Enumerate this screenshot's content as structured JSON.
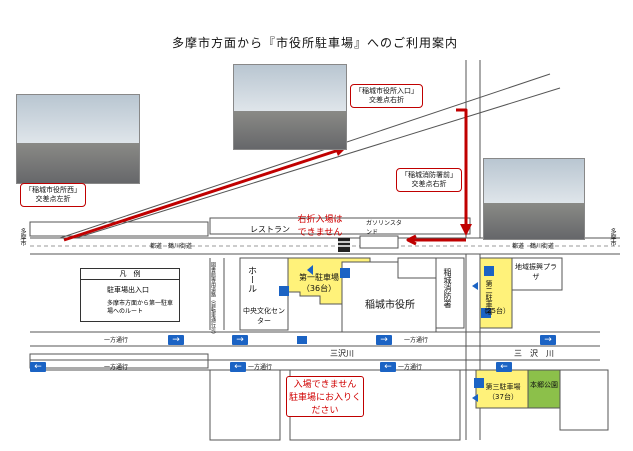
{
  "title": "多摩市方面から『市役所駐車場』へのご利用案内",
  "callouts": {
    "city_hall_west": [
      "「稲城市役所西」",
      "交差点左折"
    ],
    "city_hall_entrance": [
      "「稲城市役所入口」",
      "交差点右折"
    ],
    "fire_station": [
      "「稲城消防署前」",
      "交差点右折"
    ]
  },
  "roads": {
    "tokyo_road": "都道　鶴川街道",
    "tokyo_road_right": "都道　鶴川街道",
    "tama_city_left": "多摩市",
    "tama_city_right": "多摩市",
    "sanzawa_river": "三沢川",
    "sanzawa_river_right": "三　沢　川",
    "one_way": "一方通行"
  },
  "buildings": {
    "restaurant": "レストラン",
    "gas_station": "ガソリンスタンド",
    "hall": "ホール",
    "central_culture": "中央文化センター",
    "first_parking": "第一駐車場",
    "first_parking_count": "（36台）",
    "city_hall": "稲城市役所",
    "fire_station": "稲城消防署",
    "second_parking": "第二駐車場",
    "second_parking_count": "（25台）",
    "community_plaza": "地域振興プラザ",
    "third_parking": "第三駐車場",
    "third_parking_count": "（37台）",
    "hongo_park": "本郷公園",
    "library_road": "図書館専用道路（自転車通行可）"
  },
  "notes": {
    "no_right_entry": [
      "右折入場は",
      "できません"
    ],
    "no_entry": [
      "入場できません",
      "駐車場にお入りください"
    ]
  },
  "legend": {
    "header": "凡　例",
    "entry_label": "駐車場出入口",
    "route_label": "多摩市方面から第一駐車場へのルート"
  },
  "colors": {
    "route": "#c00000",
    "parking_fill": "#fff27a",
    "park_fill": "#8cc04a",
    "accent": "#1b63c4"
  }
}
